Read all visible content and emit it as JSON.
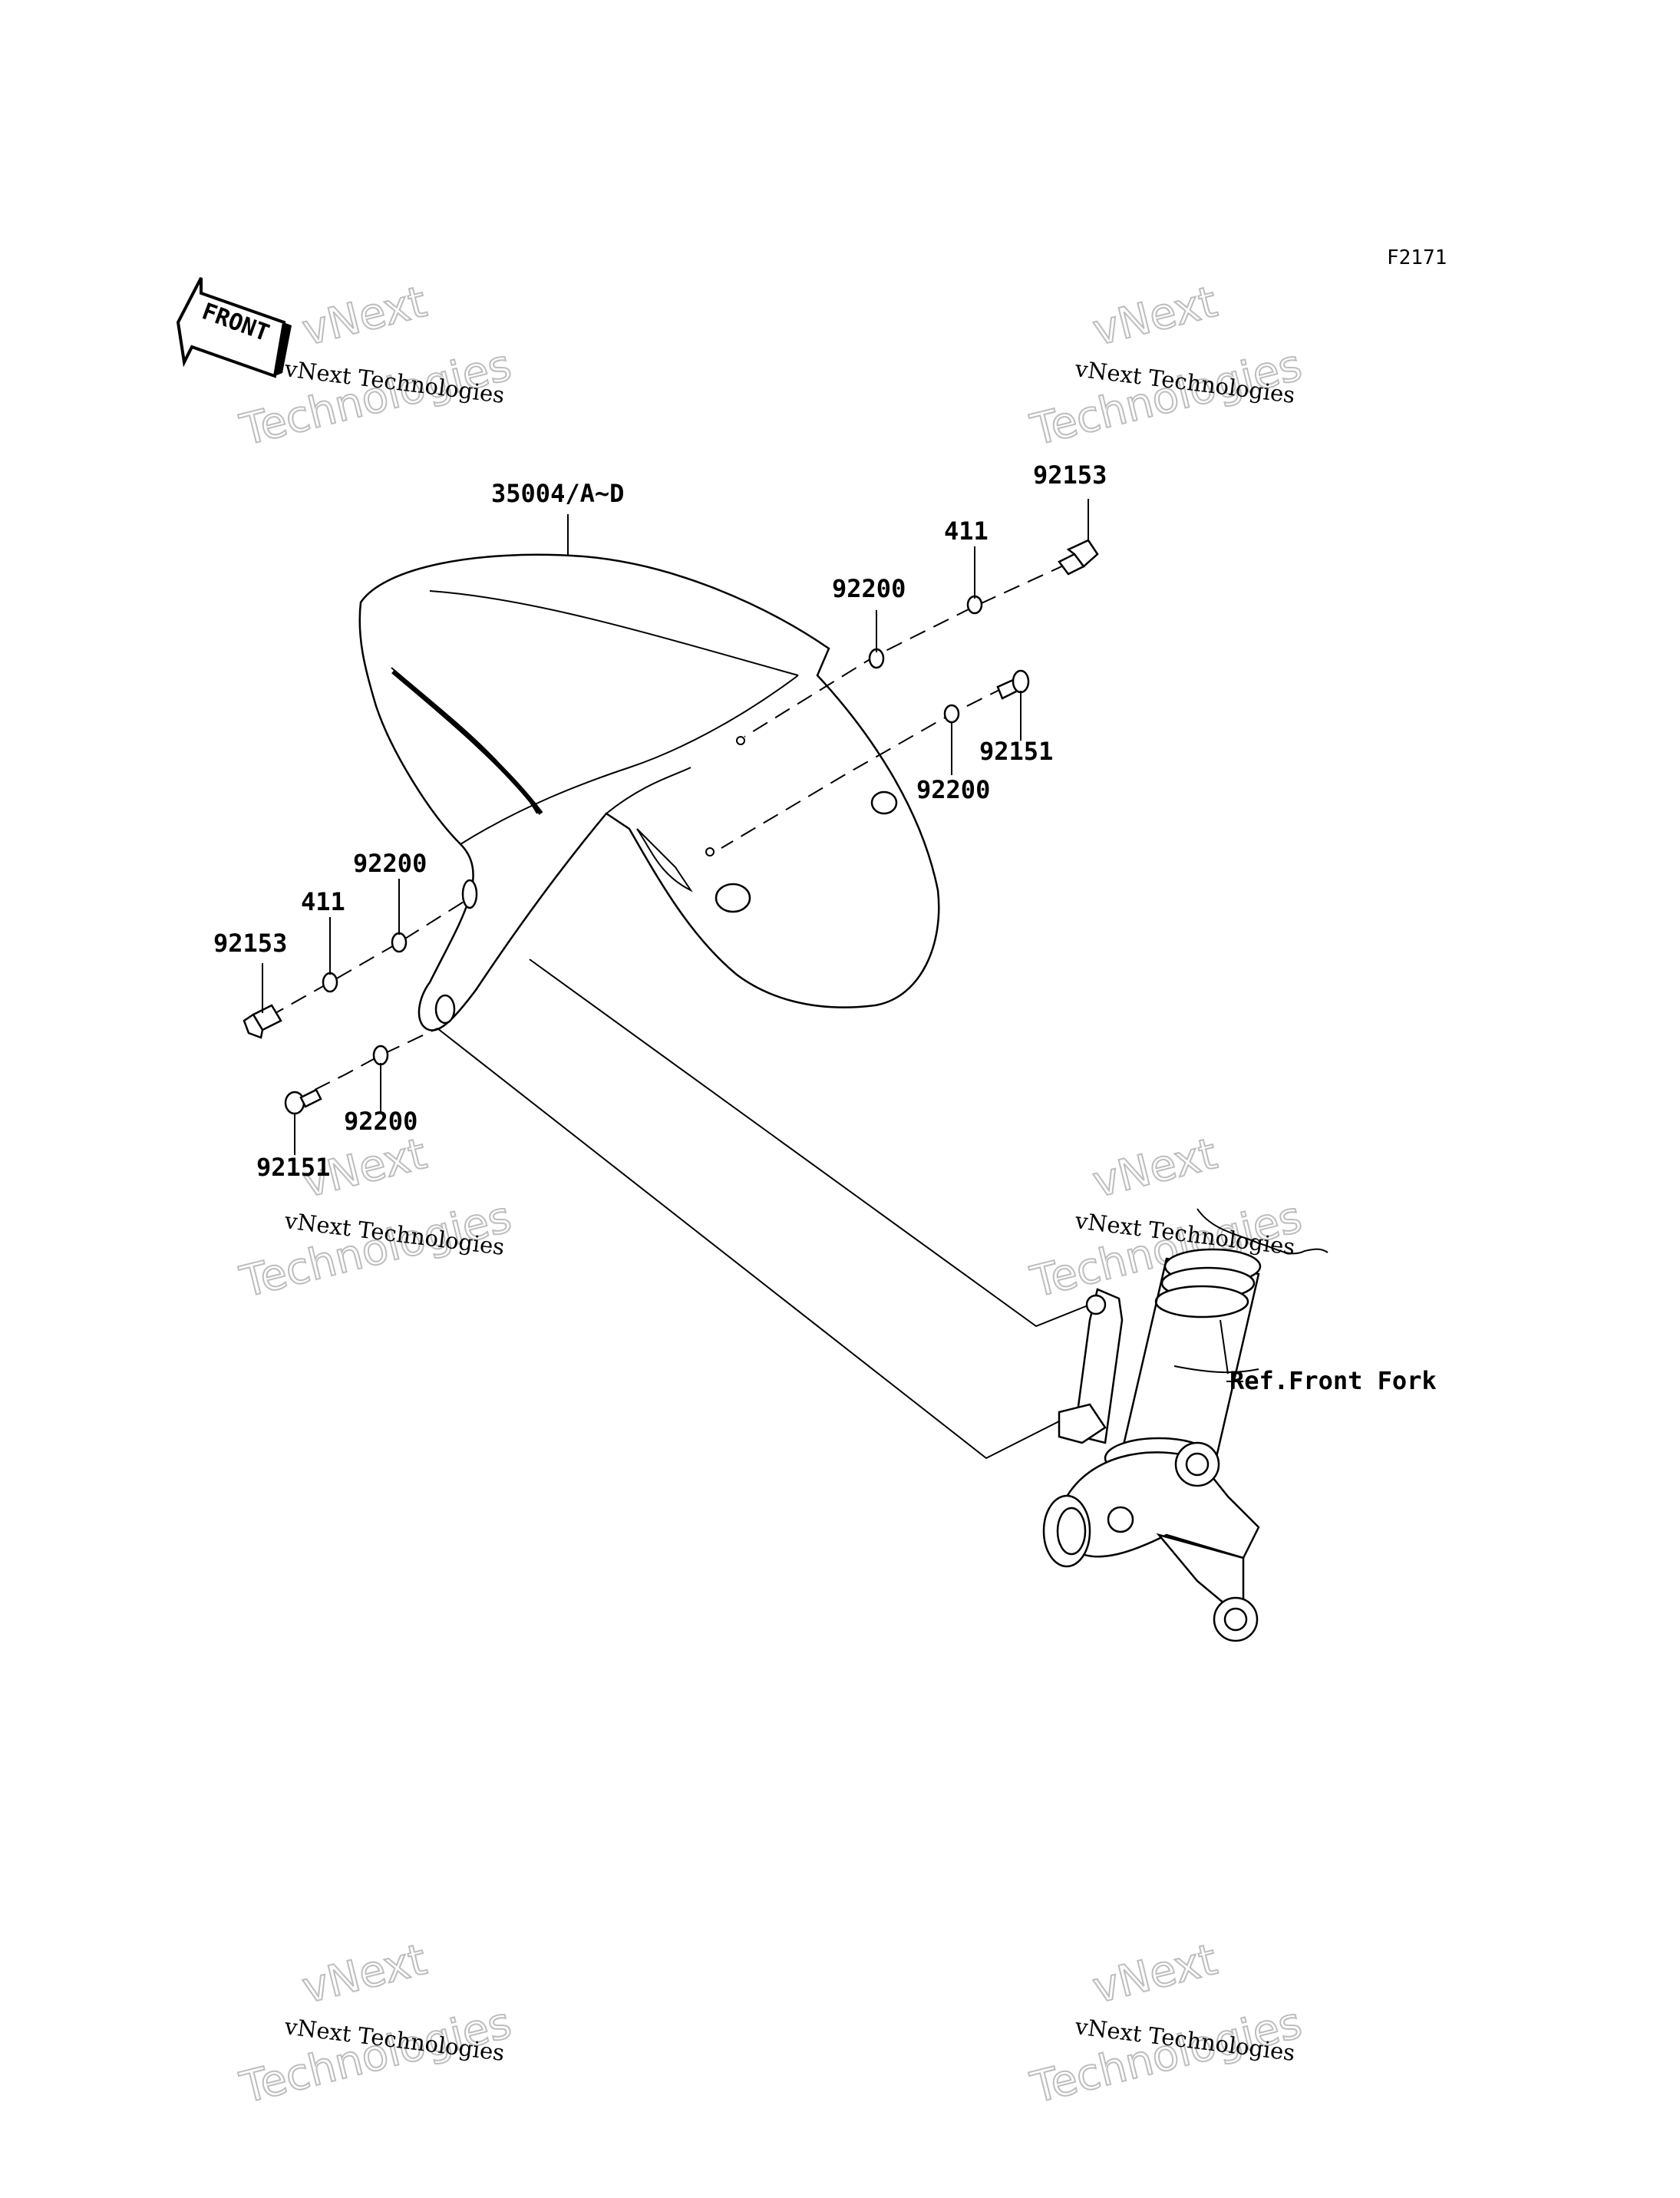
{
  "diagram_code": "F2171",
  "front_arrow_label": "FRONT",
  "watermark": {
    "line1": "vNext Technologies",
    "big_line1": "vNext",
    "big_line2": "Technologies"
  },
  "parts": {
    "fender": "35004/A~D",
    "bolt_right": "92153",
    "washer_right_411": "411",
    "washer_right_92200_top": "92200",
    "bolt_right_lower": "92151",
    "washer_right_92200_lower": "92200",
    "washer_left_92200_top": "92200",
    "washer_left_411": "411",
    "bolt_left": "92153",
    "washer_left_92200_lower": "92200",
    "bolt_left_lower": "92151",
    "fork_ref": "Ref.Front Fork"
  }
}
